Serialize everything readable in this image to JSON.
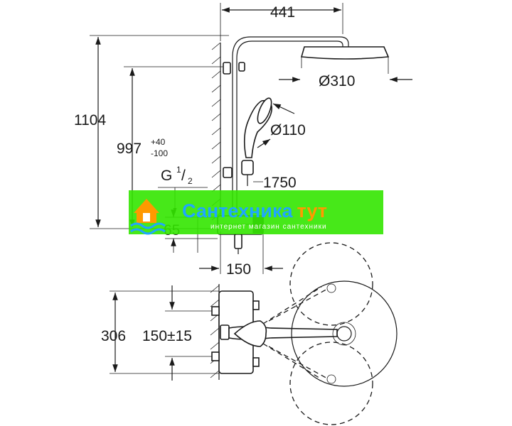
{
  "dimensions": {
    "head_offset": "441",
    "total_height": "1104",
    "outlet_height": "997",
    "outlet_tol_plus": "+40",
    "outlet_tol_minus": "-100",
    "thread_label": "G",
    "thread_num": "1",
    "thread_den": "2",
    "head_diameter": "Ø310",
    "hand_diameter": "Ø110",
    "hose_length": "1750",
    "mixer_height": "65",
    "mixer_depth": "150",
    "inlet_spacing": "306",
    "inlet_centre": "150±15"
  },
  "watermark": {
    "title_cyan": "Сантехника",
    "title_orange": "тут",
    "subtitle": "интернет магазин сантехники",
    "brand_green": "#33e600",
    "brand_cyan": "#1fa6ff",
    "brand_orange": "#ff9900"
  }
}
